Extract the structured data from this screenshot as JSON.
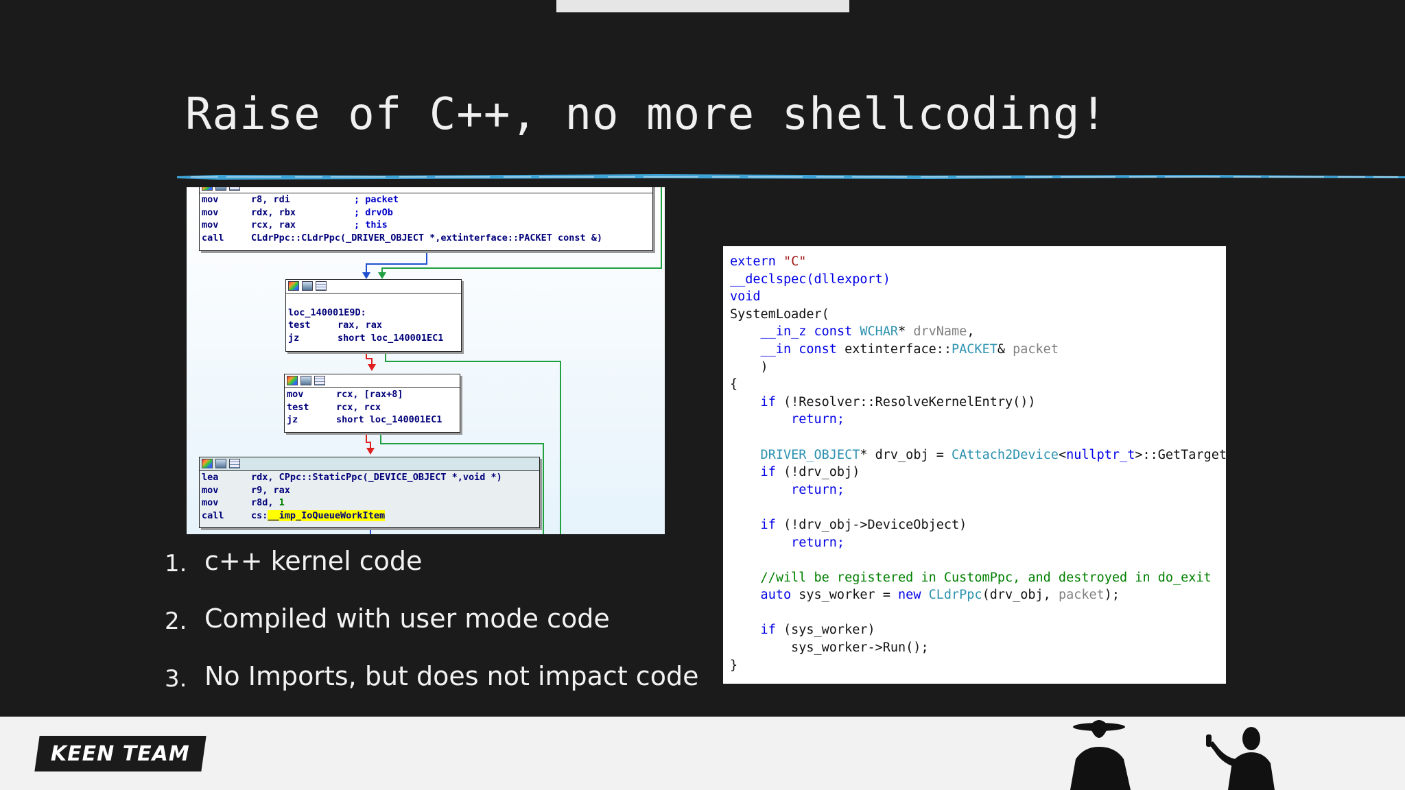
{
  "slide": {
    "title": "Raise of C++, no more shellcoding!"
  },
  "ida_graph": {
    "block1": [
      {
        "mnemonic": "mov",
        "operands": "r8, rdi",
        "comment": "; packet"
      },
      {
        "mnemonic": "mov",
        "operands": "rdx, rbx",
        "comment": "; drvOb"
      },
      {
        "mnemonic": "mov",
        "operands": "rcx, rax",
        "comment": "; this"
      },
      {
        "mnemonic": "call",
        "operands": "CLdrPpc::CLdrPpc(_DRIVER_OBJECT *,extinterface::PACKET const &)",
        "comment": ""
      }
    ],
    "block2_label": "loc_140001E9D:",
    "block2": [
      {
        "mnemonic": "test",
        "operands": "rax, rax"
      },
      {
        "mnemonic": "jz",
        "operands": "short loc_140001EC1"
      }
    ],
    "block3": [
      {
        "mnemonic": "mov",
        "operands": "rcx, [rax+8]"
      },
      {
        "mnemonic": "test",
        "operands": "rcx, rcx"
      },
      {
        "mnemonic": "jz",
        "operands": "short loc_140001EC1"
      }
    ],
    "block4": {
      "lea_mnemonic": "lea",
      "lea_operands": "rdx, CPpc::StaticPpc(_DEVICE_OBJECT *,void *)",
      "mov1_mnemonic": "mov",
      "mov1_operands": "r9, rax",
      "mov2_mnemonic": "mov",
      "mov2_operands": "r8d, ",
      "mov2_num": "1",
      "call_mnemonic": "call",
      "call_prefix": "cs:",
      "call_target": "__imp_IoQueueWorkItem"
    }
  },
  "bullets": [
    {
      "num": "1.",
      "text": "c++ kernel code"
    },
    {
      "num": "2.",
      "text": "Compiled with user mode code"
    },
    {
      "num": "3.",
      "text": "No Imports, but does not impact code"
    }
  ],
  "code": {
    "l1_kw": "extern",
    "l1_str": "\"C\"",
    "l2": "__declspec(dllexport)",
    "l3": "void",
    "l4": "SystemLoader(",
    "l5_a": "    __in_z",
    "l5_b": " const ",
    "l5_c": "WCHAR",
    "l5_d": "* ",
    "l5_e": "drvName",
    "l5_f": ",",
    "l6_a": "    __in",
    "l6_b": " const ",
    "l6_c": "extinterface::",
    "l6_d": "PACKET",
    "l6_e": "& ",
    "l6_f": "packet",
    "l7": "    )",
    "l8": "{",
    "l9_a": "    if",
    "l9_b": " (!Resolver::ResolveKernelEntry())",
    "l10": "        return;",
    "l12_a": "    DRIVER_OBJECT",
    "l12_b": "* drv_obj = ",
    "l12_c": "CAttach2Device",
    "l12_d": "<",
    "l12_e": "nullptr_t",
    "l12_f": ">::GetTargetDriverObject();",
    "l13_a": "    if",
    "l13_b": " (!drv_obj)",
    "l14": "        return;",
    "l16_a": "    if",
    "l16_b": " (!drv_obj->DeviceObject)",
    "l17": "        return;",
    "l19": "    //will be registered in CustomPpc, and destroyed in do_exit",
    "l20_a": "    auto",
    "l20_b": " sys_worker = ",
    "l20_c": "new",
    "l20_d": " ",
    "l20_e": "CLdrPpc",
    "l20_f": "(drv_obj, ",
    "l20_g": "packet",
    "l20_h": ");",
    "l22_a": "    if",
    "l22_b": " (sys_worker)",
    "l23": "        sys_worker->Run();",
    "l24": "}"
  },
  "footer": {
    "logo_text": "KEEN TEAM"
  },
  "colors": {
    "background": "#1b1b1b",
    "brush_stroke": "#3fa3d6",
    "footer": "#f2f2f2"
  }
}
